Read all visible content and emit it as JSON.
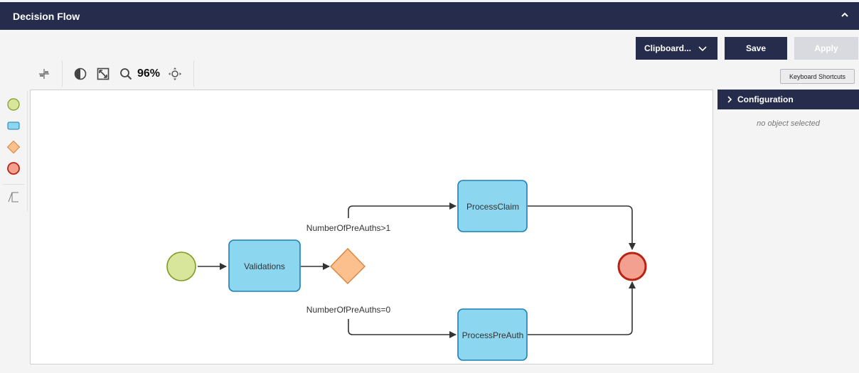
{
  "header": {
    "title": "Decision Flow"
  },
  "actions": {
    "clipboard_label": "Clipboard...",
    "save_label": "Save",
    "apply_label": "Apply",
    "keyboard_shortcuts_label": "Keyboard Shortcuts"
  },
  "toolbar": {
    "zoom_label": "96%"
  },
  "config": {
    "title": "Configuration",
    "empty_text": "no object selected"
  },
  "diagram": {
    "nodes": {
      "validations": "Validations",
      "process_claim": "ProcessClaim",
      "process_preauth": "ProcessPreAuth"
    },
    "edges": {
      "gt1": "NumberOfPreAuths>1",
      "eq0": "NumberOfPreAuths=0"
    }
  },
  "colors": {
    "header_bg": "#262c4b",
    "start_fill": "#d7e69a",
    "start_stroke": "#7f9a22",
    "task_fill": "#8dd6ef",
    "task_stroke": "#1d7fb3",
    "gateway_fill": "#fcc08e",
    "gateway_stroke": "#d9823a",
    "end_fill": "#f4a090",
    "end_stroke": "#b82414"
  }
}
